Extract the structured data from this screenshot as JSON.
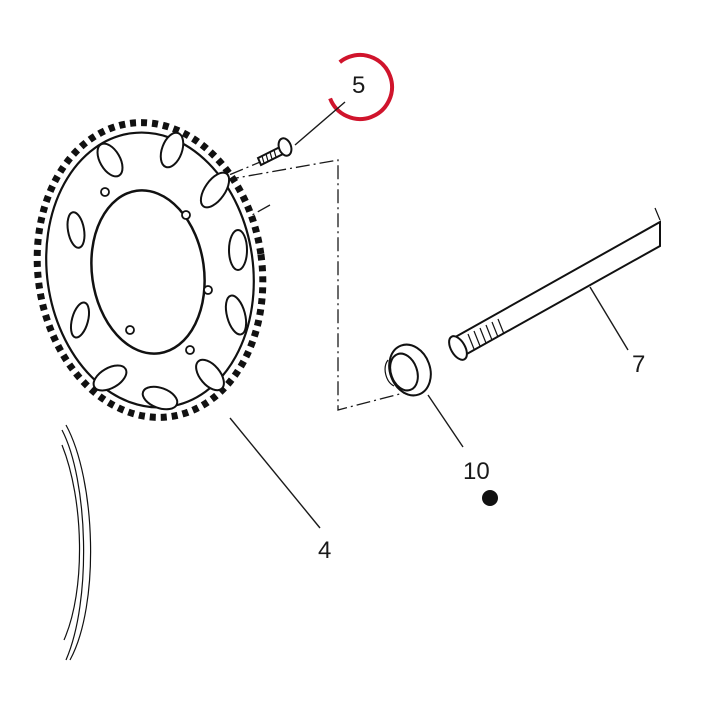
{
  "diagram": {
    "callouts": [
      {
        "id": "5",
        "label": "5",
        "highlighted": true
      },
      {
        "id": "7",
        "label": "7",
        "highlighted": false
      },
      {
        "id": "10",
        "label": "10",
        "highlighted": false
      },
      {
        "id": "4",
        "label": "4",
        "highlighted": false
      }
    ],
    "highlight_color": "#d0142c",
    "ink_color": "#111111",
    "parts": {
      "screw": "screw-icon",
      "sprocket": "sprocket-icon",
      "axle": "axle-icon",
      "spacer": "spacer-icon",
      "marker": "filled-dot-marker"
    }
  }
}
